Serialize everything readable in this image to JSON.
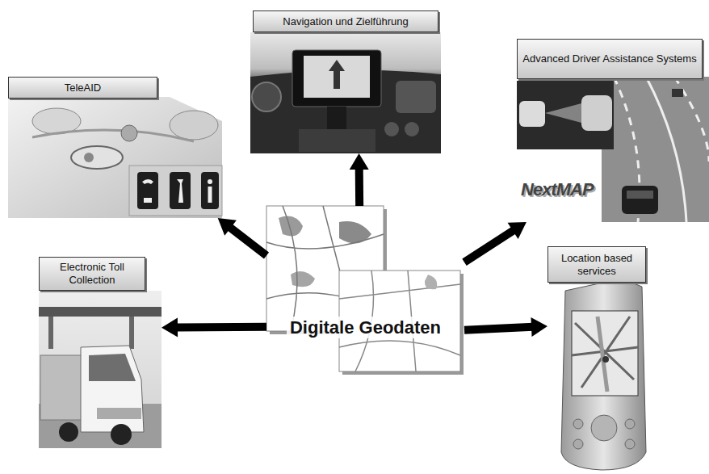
{
  "diagram": {
    "nodes": [
      {
        "text": [
          "Navigation und Zielführung"
        ]
      },
      {
        "text": [
          "TeleAID"
        ]
      },
      {
        "text": [
          "Advanced Driver Assistance Systems"
        ]
      },
      {
        "text": [
          "Electronic Toll Collection"
        ]
      },
      {
        "text": [
          "Digitale Geodaten"
        ]
      },
      {
        "text": [
          "Location based services"
        ]
      }
    ],
    "edges": [
      {
        "from": 4,
        "to": 0,
        "arrow": "to"
      },
      {
        "from": 4,
        "to": 1,
        "arrow": "to"
      },
      {
        "from": 4,
        "to": 2,
        "arrow": "to"
      },
      {
        "from": 4,
        "to": 3,
        "arrow": "to"
      },
      {
        "from": 4,
        "to": 5,
        "arrow": "to"
      }
    ],
    "labels": [
      "NextMAP"
    ]
  }
}
